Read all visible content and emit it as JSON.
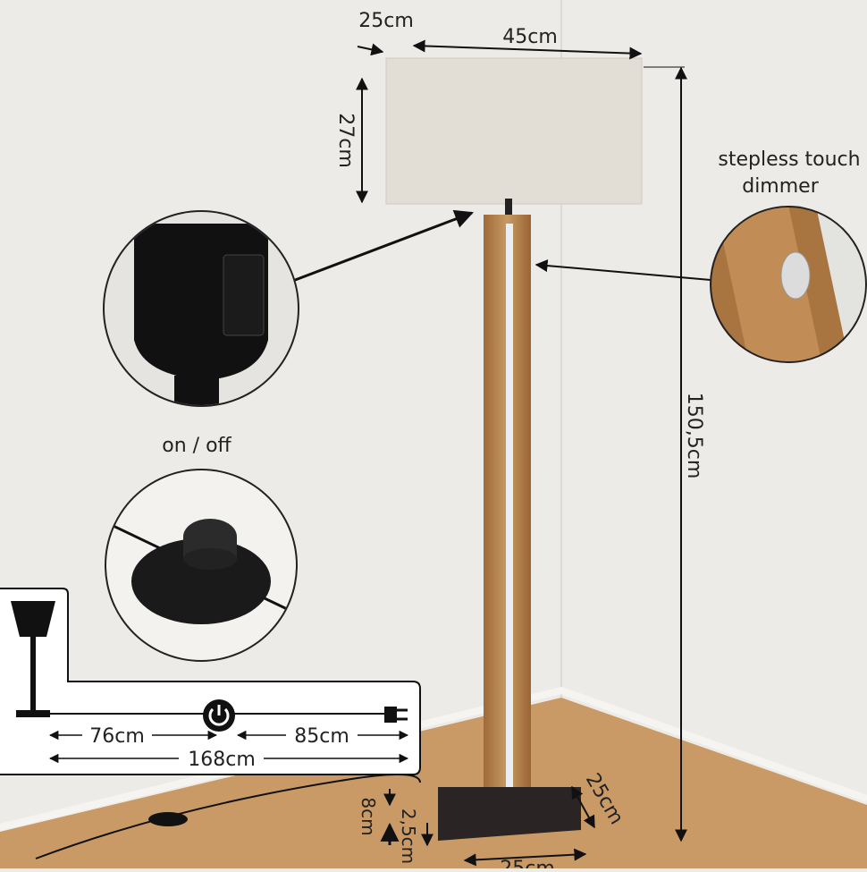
{
  "dimensions": {
    "shade_depth": "25cm",
    "shade_width": "45cm",
    "shade_height": "27cm",
    "total_height": "150,5cm",
    "base_depth": "25cm",
    "base_width": "25cm",
    "base_height_total": "8cm",
    "base_plate": "2,5cm"
  },
  "callouts": {
    "touch_dimmer": [
      "stepless touch",
      "dimmer"
    ],
    "switch": "on / off"
  },
  "cable": {
    "lamp_to_switch": "76cm",
    "switch_to_plug": "85cm",
    "total": "168cm"
  },
  "colors": {
    "wall": "#ecebe8",
    "floor": "#c99a66",
    "wood": "#b9834d",
    "shade": "#e2ded6",
    "metal": "#2a2524"
  }
}
